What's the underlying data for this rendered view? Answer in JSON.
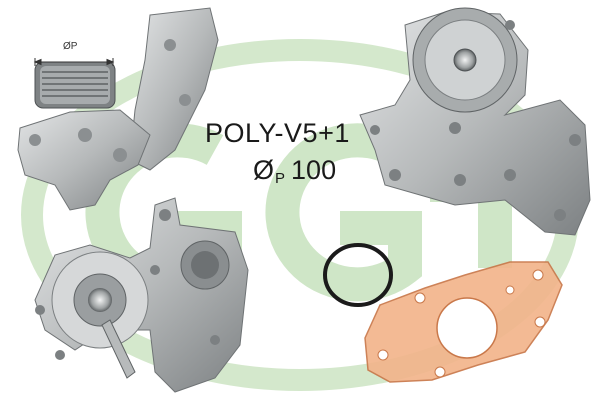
{
  "spec": {
    "belt": "POLY-V5+1",
    "diameter_symbol": "Ø",
    "diameter_subscript": "P",
    "diameter_value": "100"
  },
  "dimension_label": "ØP",
  "colors": {
    "watermark_green": "#cfe6c7",
    "metal": "#b9bcbd",
    "metal_dark": "#6f7375",
    "gasket": "#f2b58b",
    "gasket_edge": "#c9784a",
    "oring": "#1b1b1b",
    "text": "#1a1a1a"
  }
}
